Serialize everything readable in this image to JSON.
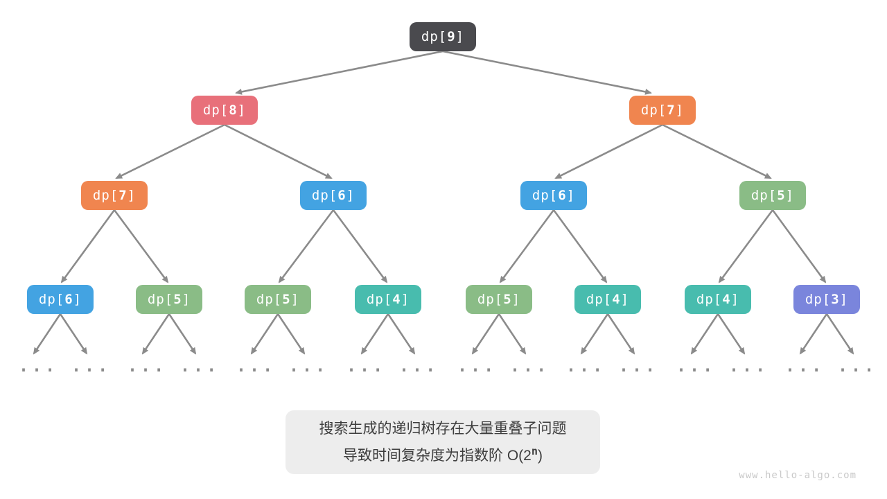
{
  "colors": {
    "dark": "#4a4a4e",
    "red": "#e8707a",
    "orange": "#f0854f",
    "blue": "#43a3e2",
    "green": "#8abc86",
    "teal": "#48bcae",
    "purple": "#7a85dc",
    "arrow": "#8b8b8b",
    "caption_bg": "#ededed",
    "caption_text": "#3d3d3d",
    "watermark_text": "#c9c9c9"
  },
  "tree": {
    "nodes": [
      {
        "pre": "dp[",
        "num": "9",
        "post": "]",
        "color": "dark"
      },
      {
        "pre": "dp[",
        "num": "8",
        "post": "]",
        "color": "red"
      },
      {
        "pre": "dp[",
        "num": "7",
        "post": "]",
        "color": "orange"
      },
      {
        "pre": "dp[",
        "num": "7",
        "post": "]",
        "color": "orange"
      },
      {
        "pre": "dp[",
        "num": "6",
        "post": "]",
        "color": "blue"
      },
      {
        "pre": "dp[",
        "num": "6",
        "post": "]",
        "color": "blue"
      },
      {
        "pre": "dp[",
        "num": "5",
        "post": "]",
        "color": "green"
      },
      {
        "pre": "dp[",
        "num": "6",
        "post": "]",
        "color": "blue"
      },
      {
        "pre": "dp[",
        "num": "5",
        "post": "]",
        "color": "green"
      },
      {
        "pre": "dp[",
        "num": "5",
        "post": "]",
        "color": "green"
      },
      {
        "pre": "dp[",
        "num": "4",
        "post": "]",
        "color": "teal"
      },
      {
        "pre": "dp[",
        "num": "5",
        "post": "]",
        "color": "green"
      },
      {
        "pre": "dp[",
        "num": "4",
        "post": "]",
        "color": "teal"
      },
      {
        "pre": "dp[",
        "num": "4",
        "post": "]",
        "color": "teal"
      },
      {
        "pre": "dp[",
        "num": "3",
        "post": "]",
        "color": "purple"
      }
    ],
    "leaves": [
      "...",
      "...",
      "...",
      "...",
      "...",
      "...",
      "...",
      "...",
      "...",
      "...",
      "...",
      "...",
      "...",
      "...",
      "...",
      "..."
    ]
  },
  "caption": {
    "line1": "搜索生成的递归树存在大量重叠子问题",
    "line2_prefix": "导致时间复杂度为指数阶 O(2",
    "line2_sup": "n",
    "line2_suffix": ")"
  },
  "footer": {
    "watermark": "www.hello-algo.com"
  }
}
